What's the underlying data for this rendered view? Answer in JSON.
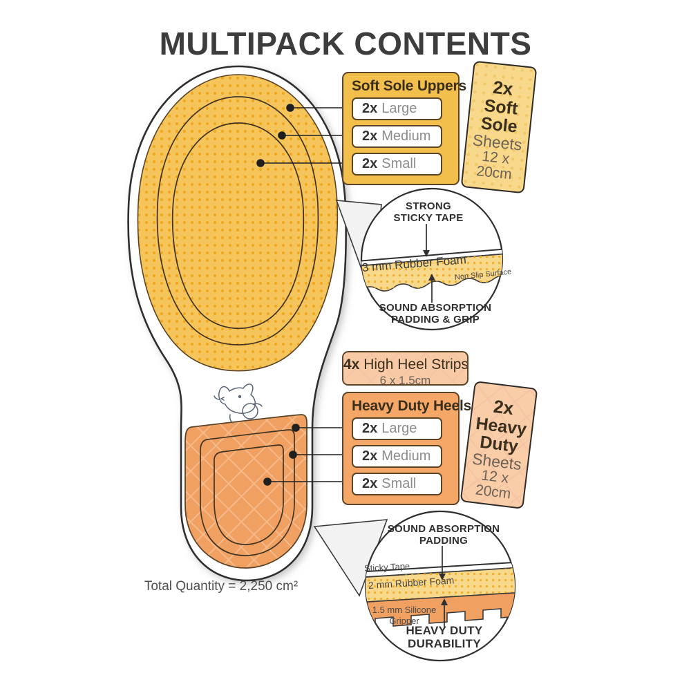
{
  "header": {
    "title": "MULTIPACK CONTENTS"
  },
  "soft_sole_panel": {
    "title": "Soft Sole Uppers",
    "rows": [
      {
        "qty": "2x",
        "size": "Large"
      },
      {
        "qty": "2x",
        "size": "Medium"
      },
      {
        "qty": "2x",
        "size": "Small"
      }
    ]
  },
  "soft_sole_card": {
    "qty": "2x",
    "name": "Soft Sole",
    "type": "Sheets",
    "dimensions": "12 x 20cm"
  },
  "high_heel_strips": {
    "qty": "4x",
    "label": "High Heel Strips",
    "dimensions": "6 x 1.5cm"
  },
  "heavy_duty_panel": {
    "title": "Heavy Duty Heels",
    "rows": [
      {
        "qty": "2x",
        "size": "Large"
      },
      {
        "qty": "2x",
        "size": "Medium"
      },
      {
        "qty": "2x",
        "size": "Small"
      }
    ]
  },
  "heavy_duty_card": {
    "qty": "2x",
    "name": "Heavy Duty",
    "type": "Sheets",
    "dimensions": "12 x 20cm"
  },
  "detail_top": {
    "top_label_line1": "STRONG",
    "top_label_line2": "STICKY TAPE",
    "band_label": "3 mm Rubber Foam",
    "side_label": "Non Slip Surface",
    "bottom_label_line1": "SOUND ABSORPTION",
    "bottom_label_line2": "PADDING & GRIP"
  },
  "detail_bottom": {
    "top_label_line1": "SOUND ABSORPTION",
    "top_label_line2": "PADDING",
    "tape_label": "Sticky Tape",
    "foam_label": "2 mm Rubber Foam",
    "gripper_label_line1": "1.5 mm Silicone",
    "gripper_label_line2": "Gripper",
    "bottom_label_line1": "HEAVY DUTY",
    "bottom_label_line2": "DURABILITY"
  },
  "footer": {
    "total": "Total Quantity = 2,250 cm²"
  },
  "colors": {
    "title_text": "#3d3d3d",
    "panel_yellow": "#f3bf4c",
    "panel_orange": "#f4a766",
    "card_yellow": "#f8d98c",
    "card_peach": "#f9cda8",
    "sole_forefoot": "#f5c55c",
    "sole_heel": "#f0a061",
    "dot_accent": "#f0a81e",
    "outline": "#5a4326"
  },
  "icons": {
    "logo": "cat-head-icon"
  }
}
